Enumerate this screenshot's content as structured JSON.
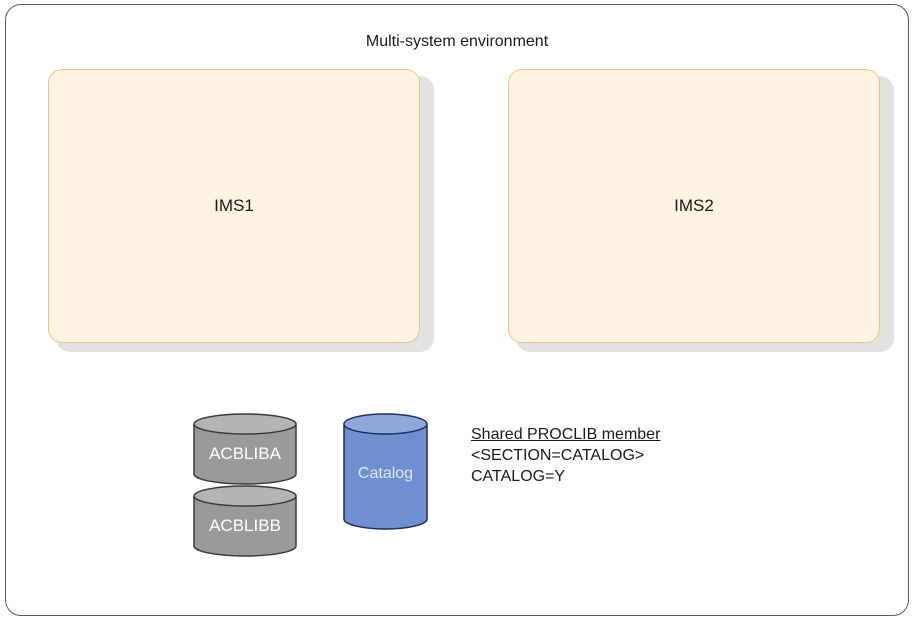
{
  "diagram": {
    "environment_title": "Multi-system environment",
    "systems": [
      {
        "label": "IMS1"
      },
      {
        "label": "IMS2"
      }
    ],
    "datasets": [
      {
        "label": "ACBLIBA",
        "color": "#9a9a9a"
      },
      {
        "label": "ACBLIBB",
        "color": "#9a9a9a"
      }
    ],
    "catalog": {
      "label": "Catalog",
      "color": "#6f8fd0"
    },
    "proclib": {
      "heading": "Shared PROCLIB member",
      "lines": [
        "<SECTION=CATALOG>",
        "CATALOG=Y"
      ]
    }
  },
  "colors": {
    "ims_fill": "#fff4e1",
    "ims_border": "#f0c277",
    "border": "#5a5a5a"
  }
}
